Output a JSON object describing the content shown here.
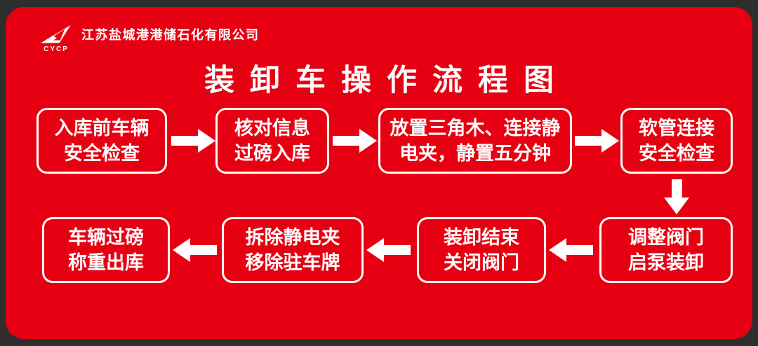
{
  "poster": {
    "company": "江苏盐城港港储石化有限公司",
    "logo_text": "CYCP",
    "title": "装卸车操作流程图",
    "colors": {
      "background_red": "#e60012",
      "frame_dark": "#2e2e2e",
      "text_white": "#ffffff"
    }
  },
  "flow": {
    "row1": [
      {
        "line1": "入库前车辆",
        "line2": "安全检查"
      },
      {
        "line1": "核对信息",
        "line2": "过磅入库"
      },
      {
        "line1": "放置三角木、连接静",
        "line2": "电夹，静置五分钟"
      },
      {
        "line1": "软管连接",
        "line2": "安全检查"
      }
    ],
    "row2": [
      {
        "line1": "调整阀门",
        "line2": "启泵装卸"
      },
      {
        "line1": "装卸结束",
        "line2": "关闭阀门"
      },
      {
        "line1": "拆除静电夹",
        "line2": "移除驻车牌"
      },
      {
        "line1": "车辆过磅",
        "line2": "称重出库"
      }
    ]
  }
}
